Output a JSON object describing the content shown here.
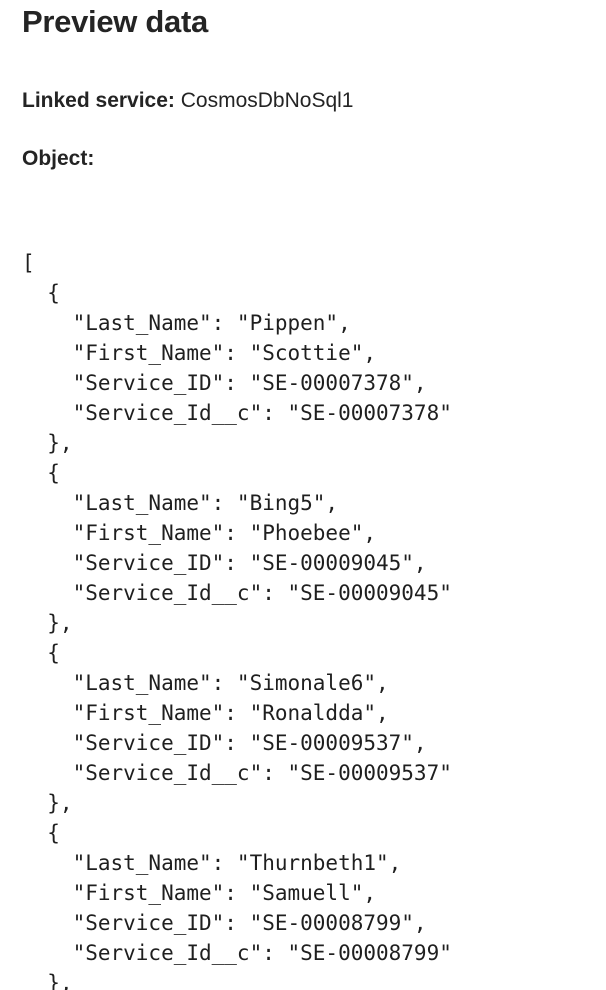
{
  "page": {
    "title": "Preview data"
  },
  "linked_service": {
    "label": "Linked service:",
    "value": "CosmosDbNoSql1"
  },
  "object": {
    "label": "Object:",
    "value": ""
  },
  "preview": {
    "keys": {
      "last_name": "Last_Name",
      "first_name": "First_Name",
      "service_id": "Service_ID",
      "service_id_c": "Service_Id__c"
    },
    "records": [
      {
        "Last_Name": "Pippen",
        "First_Name": "Scottie",
        "Service_ID": "SE-00007378",
        "Service_Id__c": "SE-00007378"
      },
      {
        "Last_Name": "Bing5",
        "First_Name": "Phoebee",
        "Service_ID": "SE-00009045",
        "Service_Id__c": "SE-00009045"
      },
      {
        "Last_Name": "Simonale6",
        "First_Name": "Ronaldda",
        "Service_ID": "SE-00009537",
        "Service_Id__c": "SE-00009537"
      },
      {
        "Last_Name": "Thurnbeth1",
        "First_Name": "Samuell",
        "Service_ID": "SE-00008799",
        "Service_Id__c": "SE-00008799"
      }
    ]
  }
}
